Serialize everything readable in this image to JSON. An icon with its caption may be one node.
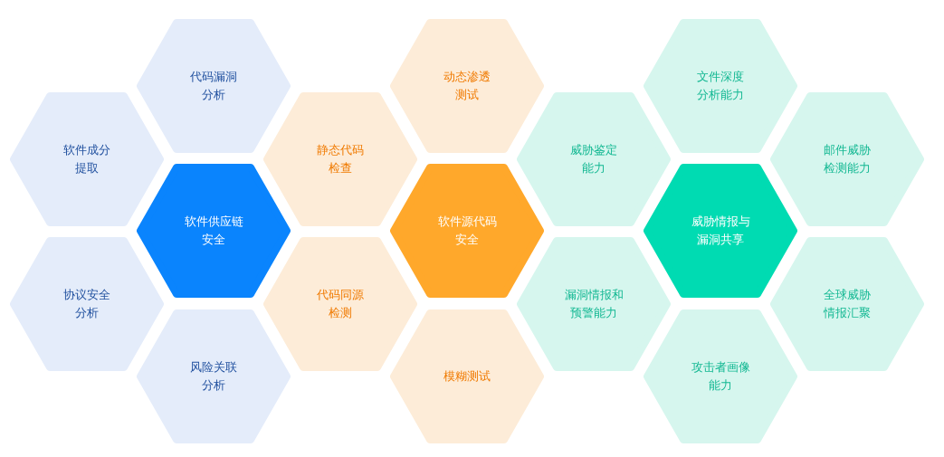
{
  "diagram": {
    "nodes": [
      {
        "text": [
          "代码漏洞分析"
        ]
      },
      {
        "text": [
          "动态渗透测试"
        ]
      },
      {
        "text": [
          "文件深度分析能力"
        ]
      },
      {
        "text": [
          "软件成分提取"
        ]
      },
      {
        "text": [
          "静态代码检查"
        ]
      },
      {
        "text": [
          "威胁鉴定能力"
        ]
      },
      {
        "text": [
          "邮件威胁检测能力"
        ]
      },
      {
        "text": [
          "软件供应链安全"
        ]
      },
      {
        "text": [
          "软件源代码安全"
        ]
      },
      {
        "text": [
          "威胁情报与漏洞共享"
        ]
      },
      {
        "text": [
          "协议安全分析"
        ]
      },
      {
        "text": [
          "代码同源检测"
        ]
      },
      {
        "text": [
          "漏洞情报和预警能力"
        ]
      },
      {
        "text": [
          "全球威胁情报汇聚"
        ]
      },
      {
        "text": [
          "风险关联分析"
        ]
      },
      {
        "text": [
          "模糊测试"
        ]
      },
      {
        "text": [
          "攻击者画像能力"
        ]
      }
    ]
  }
}
